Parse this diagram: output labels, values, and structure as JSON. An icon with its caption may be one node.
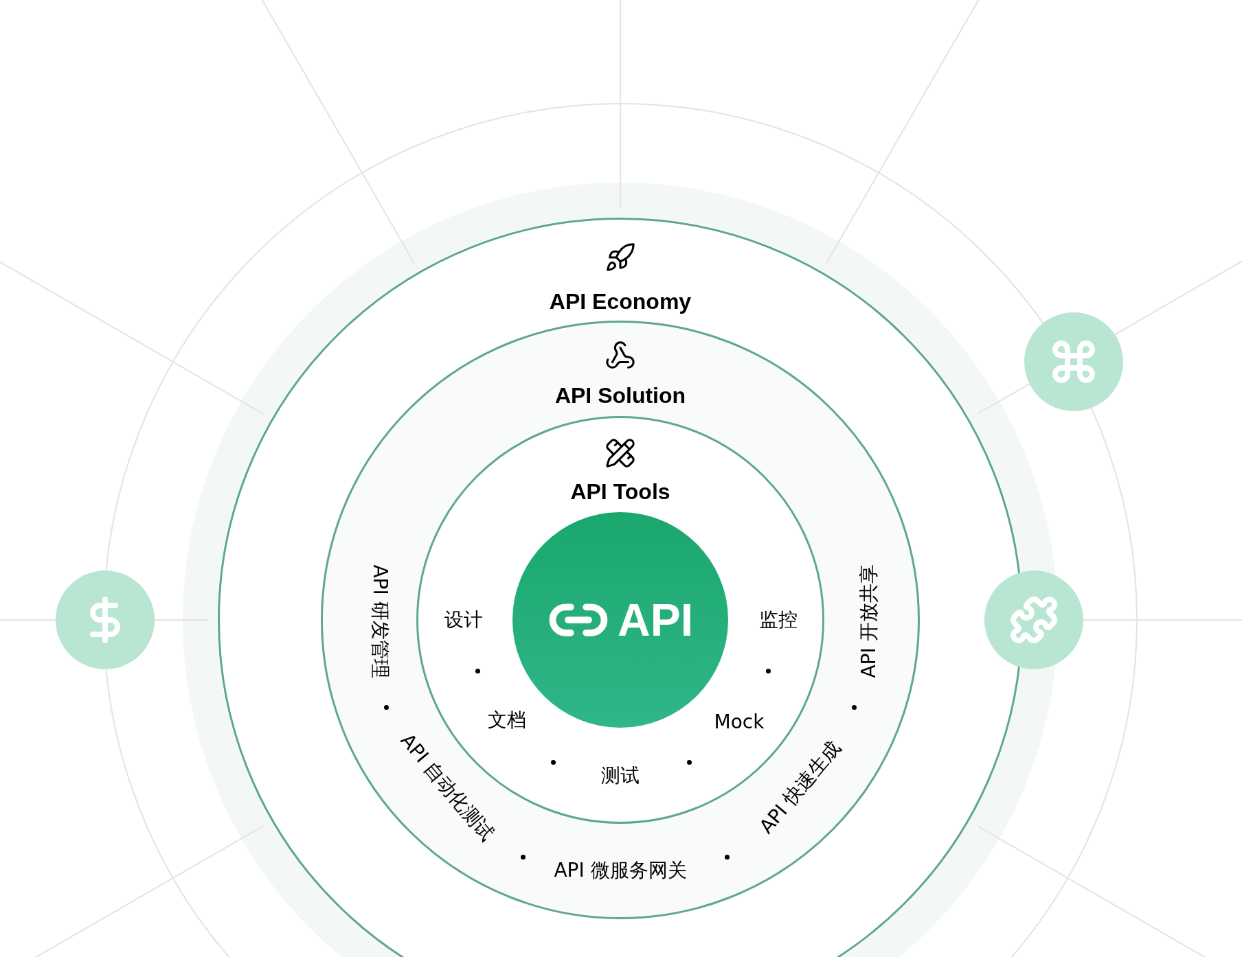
{
  "diagram": {
    "nodes": [
      {
        "text": [
          "API Economy"
        ]
      },
      {
        "text": [
          "API Solution"
        ],
        "in": 0
      },
      {
        "text": [
          "API Tools"
        ],
        "in": 1
      },
      {
        "text": [
          "API"
        ],
        "in": 2
      }
    ],
    "labels": [
      "API 研发管理",
      "API 开放共享",
      "设计",
      "监控",
      "文档",
      "Mock",
      "测试",
      "API 自动化测试",
      "API 快速生成",
      "API 微服务网关"
    ]
  }
}
